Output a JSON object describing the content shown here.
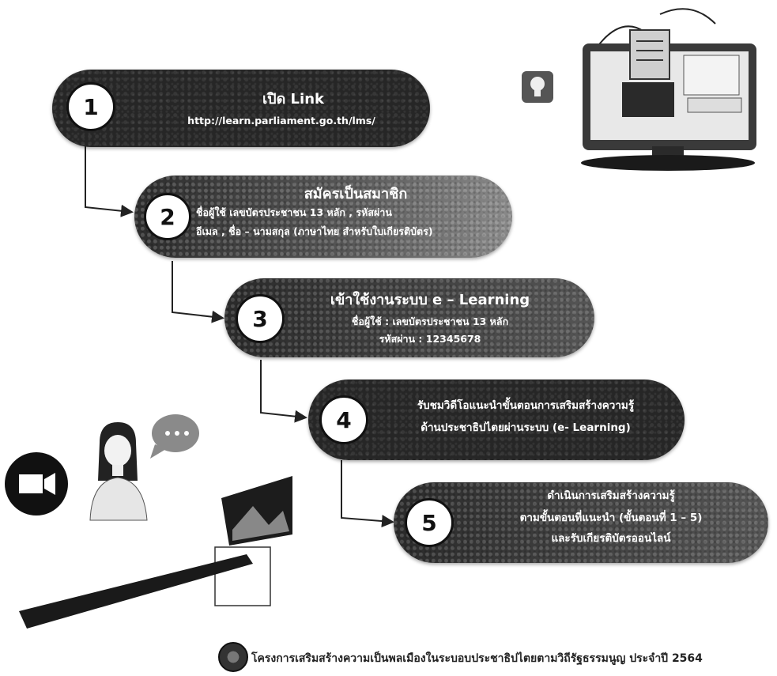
{
  "steps": [
    {
      "number": "1",
      "title": "เปิด Link",
      "lines": [
        "http://learn.parliament.go.th/lms/"
      ]
    },
    {
      "number": "2",
      "title": "สมัครเป็นสมาชิก",
      "lines": [
        "ชื่อผู้ใช้ เลขบัตรประชาชน 13 หลัก , รหัสผ่าน",
        "อีเมล , ชื่อ – นามสกุล (ภาษาไทย สำหรับใบเกียรติบัตร)"
      ]
    },
    {
      "number": "3",
      "title": "เข้าใช้งานระบบ e – Learning",
      "lines": [
        "ชื่อผู้ใช้ : เลขบัตรประชาชน 13 หลัก",
        "รหัสผ่าน : 12345678"
      ]
    },
    {
      "number": "4",
      "title": "",
      "lines": [
        "รับชมวิดีโอแนะนำขั้นตอนการเสริมสร้างความรู้",
        "ด้านประชาธิปไตยผ่านระบบ (e- Learning)"
      ]
    },
    {
      "number": "5",
      "title": "",
      "lines": [
        "ดำเนินการเสริมสร้างความรู้",
        "ตามขั้นตอนที่แนะนำ (ขั้นตอนที่ 1 – 5)",
        "และรับเกียรติบัตรออนไลน์"
      ]
    }
  ],
  "footer": "โครงการเสริมสร้างความเป็นพลเมืองในระบอบประชาธิปไตยตามวิถีรัฐธรรมนูญ ประจำปี 2564",
  "icons": [
    "computer-monitor-illustration",
    "lightbulb-icon",
    "video-camera-icon",
    "person-avatar-illustration",
    "chat-bubble-icon",
    "image-frame-illustration",
    "parliament-seal-logo"
  ],
  "colors": {
    "pill": "#262626",
    "circle": "#ffffff",
    "text": "#ffffff",
    "footer": "#222222"
  }
}
